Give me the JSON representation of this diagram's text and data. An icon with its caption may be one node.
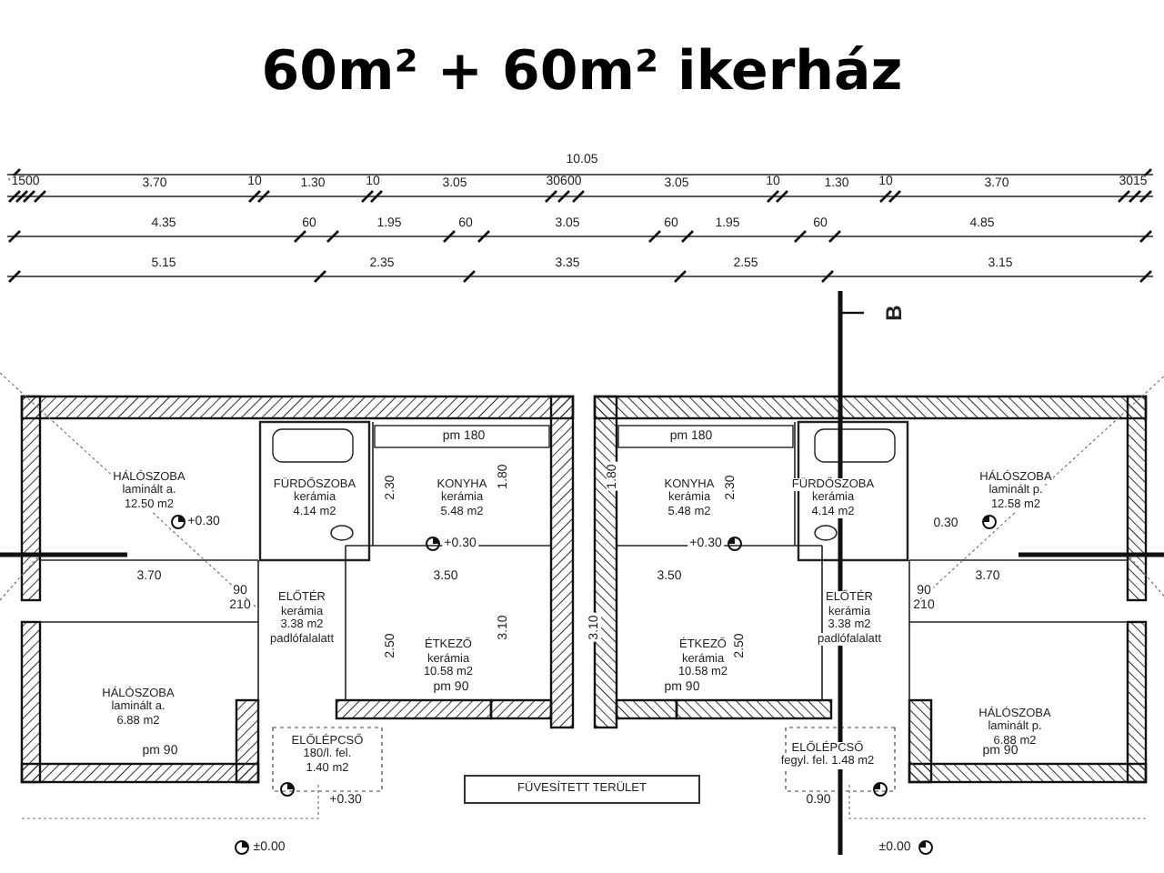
{
  "diagram": {
    "title": "60m² + 60m² ikerház",
    "nodes": [
      {
        "text": [
          "HÁLÓSZOBA",
          "laminált a.",
          "12.50 m2"
        ]
      },
      {
        "text": [
          "FÜRDŐSZOBA",
          "kerámia",
          "4.14 m2"
        ]
      },
      {
        "text": [
          "KONYHA",
          "kerámia",
          "5.48 m2"
        ]
      },
      {
        "text": [
          "ELŐTÉR",
          "kerámia",
          "3.38 m2",
          "padlófalalatt"
        ]
      },
      {
        "text": [
          "ÉTKEZŐ",
          "kerámia",
          "10.58 m2"
        ]
      },
      {
        "text": [
          "HÁLÓSZOBA",
          "laminált a.",
          "6.88 m2"
        ]
      },
      {
        "text": [
          "ELŐLÉPCSŐ",
          "180/l. fel.",
          "1.40 m2"
        ]
      },
      {
        "text": [
          "KONYHA",
          "kerámia",
          "5.48 m2"
        ]
      },
      {
        "text": [
          "FÜRDŐSZOBA",
          "kerámia",
          "4.14 m2"
        ]
      },
      {
        "text": [
          "HÁLÓSZOBA",
          "laminált p.",
          "12.58 m2"
        ]
      },
      {
        "text": [
          "ÉTKEZŐ",
          "kerámia",
          "10.58 m2"
        ]
      },
      {
        "text": [
          "ELŐTÉR",
          "kerámia",
          "3.38 m2",
          "padlófalalatt"
        ]
      },
      {
        "text": [
          "HÁLÓSZOBA",
          "laminált p.",
          "6.88 m2"
        ]
      },
      {
        "text": [
          "ELŐLÉPCSŐ",
          "fegyl. fel. 1.48 m2"
        ]
      },
      {
        "text": [
          "FÜVESÍTETT TERÜLET"
        ]
      }
    ],
    "labels": [
      "10.05",
      "1500",
      "3.70",
      "10",
      "1.30",
      "10",
      "3.05",
      "30600",
      "3.05",
      "10",
      "1.30",
      "10",
      "3.70",
      "3015",
      "4.35",
      "60",
      "1.95",
      "60",
      "3.05",
      "60",
      "1.95",
      "60",
      "4.85",
      "5.15",
      "2.35",
      "3.35",
      "2.55",
      "3.15",
      "B",
      "pm 180",
      "pm 180",
      "+0.30",
      "2.30",
      "1.80",
      "+0.30",
      "1.80",
      "2.30",
      "+0.30",
      "0.30",
      "3.70",
      "3.50",
      "3.50",
      "3.70",
      "90",
      "210",
      "90",
      "210",
      "2.50",
      "3.10",
      "3.10",
      "2.50",
      "pm 90",
      "pm 90",
      "+0.30",
      "0.90",
      "pm 90",
      "pm 90",
      "±0.00",
      "±0.00"
    ]
  }
}
